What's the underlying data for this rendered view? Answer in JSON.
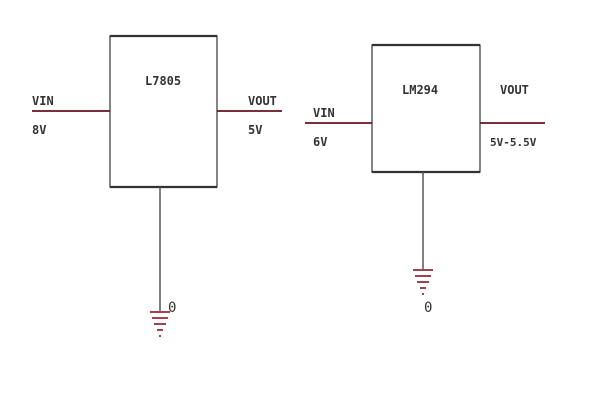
{
  "colors": {
    "wire": "#7a2f3c",
    "ground": "#a0434f",
    "outline": "#333333"
  },
  "regulators": [
    {
      "part": "L7805",
      "input": {
        "name": "VIN",
        "value": "8V"
      },
      "output": {
        "name": "VOUT",
        "value": "5V"
      },
      "ground": {
        "label": "0",
        "icon": "ground-icon"
      }
    },
    {
      "part": "LM294",
      "input": {
        "name": "VIN",
        "value": "6V"
      },
      "output": {
        "name": "VOUT",
        "value": "5V-5.5V"
      },
      "ground": {
        "label": "0",
        "icon": "ground-icon"
      }
    }
  ]
}
